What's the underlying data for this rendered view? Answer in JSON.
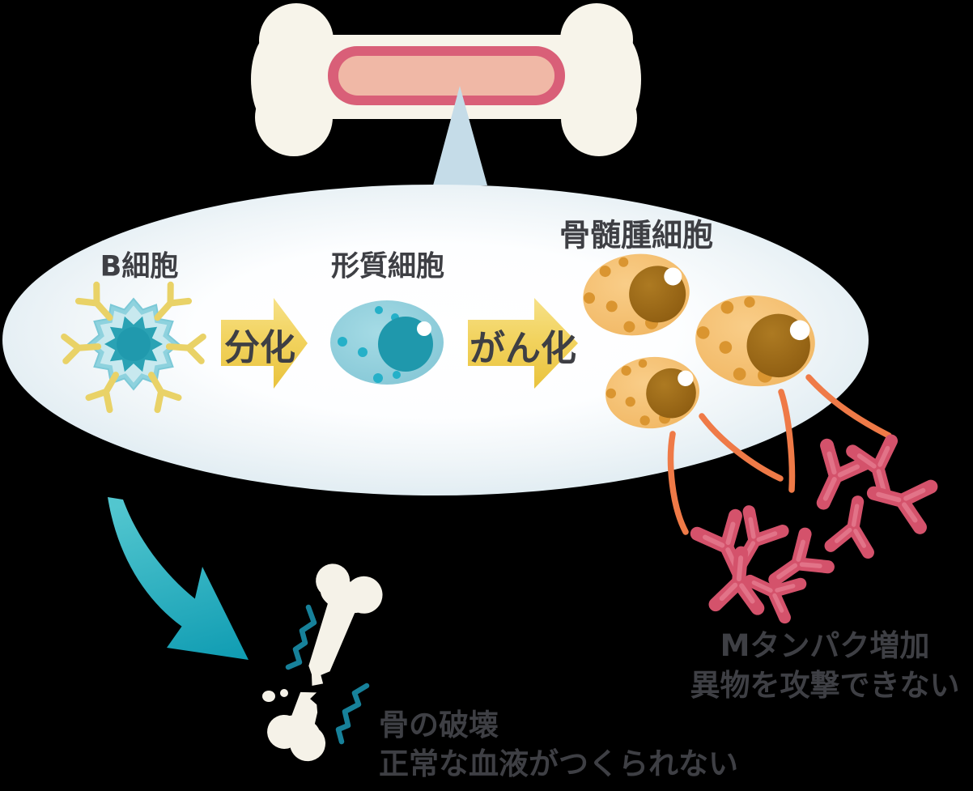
{
  "diagram": {
    "labels": {
      "b_cell": "B細胞",
      "plasma_cell": "形質細胞",
      "myeloma_cell": "骨髄腫細胞",
      "differentiation_arrow": "分化",
      "canceration_arrow": "がん化"
    },
    "captions": {
      "m_protein": [
        "Mタンパク増加",
        "異物を攻撃できない"
      ],
      "bone_destruction": [
        "骨の破壊",
        "正常な血液がつくられない"
      ]
    },
    "icons": {
      "bone": "bone-icon",
      "bone_marrow_window": "bone-marrow-window",
      "callout_pointer": "callout-pointer-icon",
      "marrow_ellipse": "marrow-ellipse-background",
      "b_cell": "b-cell-icon",
      "antibody_receptor": "antibody-receptor-icon",
      "differentiation_arrow": "differentiation-arrow-icon",
      "plasma_cell": "plasma-cell-icon",
      "canceration_arrow": "canceration-arrow-icon",
      "myeloma_cell": "myeloma-cell-icon",
      "secretion_line": "m-protein-secretion-line",
      "m_protein_antibody": "m-protein-antibody-icon",
      "down_swoosh_arrow": "bone-destruction-arrow-icon",
      "broken_bone": "broken-bone-icon",
      "pain_zigzag": "pain-zigzag-icon",
      "bone_fragment": "bone-fragment-icon"
    },
    "palette": {
      "background": "#000000",
      "text": "#3e3f44",
      "bone_fill": "#f7f4ea",
      "marrow_border": "#d95f78",
      "marrow_fill": "#f0b8a6",
      "ellipse_center": "#ffffff",
      "ellipse_edge": "#d3e4ed",
      "callout_fill": "#c5dce8",
      "b_cell_outer": "#8ed2de",
      "b_cell_mid": "#c8e9ef",
      "b_cell_core": "#2aa2b4",
      "receptor_yellow": "#e9d267",
      "arrow_yellow_light": "#f6e189",
      "arrow_yellow_dark": "#e9c33d",
      "plasma_body": "#8fcdda",
      "plasma_nucleus": "#1f98ac",
      "plasma_dot": "#25b0c8",
      "myeloma_body": "#f5bf73",
      "myeloma_nucleus": "#976312",
      "myeloma_dot": "#da9530",
      "secretion_line": "#ef7a47",
      "antibody_red": "#d4526b",
      "antibody_highlight": "#e57c90",
      "swoosh_teal_light": "#52c6cf",
      "swoosh_teal_dark": "#119db3",
      "zigzag_teal": "#17819a"
    }
  }
}
